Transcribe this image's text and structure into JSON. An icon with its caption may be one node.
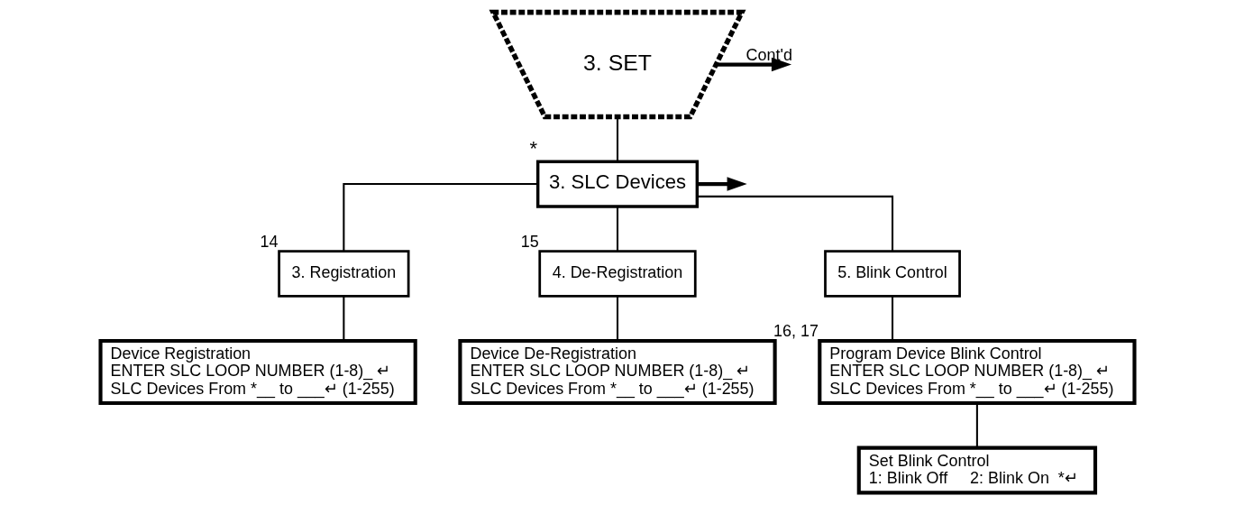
{
  "diagram": {
    "nodes": [
      {
        "text": [
          "3. SET"
        ]
      },
      {
        "text": [
          "3. SLC Devices"
        ],
        "beside": [
          "*"
        ]
      },
      {
        "text": [
          "3. Registration"
        ],
        "beside": [
          "14"
        ]
      },
      {
        "text": [
          "Device Registration",
          "ENTER SLC LOOP NUMBER (1-8)_ ↵",
          "SLC Devices From *__ to ___↵ (1-255)"
        ]
      },
      {
        "text": [
          "4. De-Registration"
        ],
        "beside": [
          "15"
        ]
      },
      {
        "text": [
          "Device De-Registration",
          "ENTER SLC LOOP NUMBER (1-8)_ ↵",
          "SLC Devices From *__ to ___↵ (1-255)"
        ]
      },
      {
        "text": [
          "5. Blink Control"
        ]
      },
      {
        "text": [
          "Program Device Blink Control",
          "ENTER SLC LOOP NUMBER (1-8)_ ↵",
          "SLC Devices From *__ to ___↵ (1-255)"
        ],
        "beside": [
          "16, 17"
        ]
      },
      {
        "text": [
          "Set Blink Control",
          "1: Blink Off     2: Blink On  *↵"
        ]
      }
    ],
    "edges": [
      {
        "from": 0,
        "to": null,
        "arrow": "to",
        "label": "Cont'd",
        "style": "thick"
      },
      {
        "from": 0,
        "to": 1,
        "arrow": "none"
      },
      {
        "from": 1,
        "to": null,
        "arrow": "to",
        "style": "thick"
      },
      {
        "from": 1,
        "to": 2,
        "arrow": "none"
      },
      {
        "from": 1,
        "to": 4,
        "arrow": "none"
      },
      {
        "from": 1,
        "to": 6,
        "arrow": "none"
      },
      {
        "from": 2,
        "to": 3,
        "arrow": "none"
      },
      {
        "from": 4,
        "to": 5,
        "arrow": "none"
      },
      {
        "from": 6,
        "to": 7,
        "arrow": "none"
      },
      {
        "from": 7,
        "to": 8,
        "arrow": "none"
      }
    ]
  }
}
